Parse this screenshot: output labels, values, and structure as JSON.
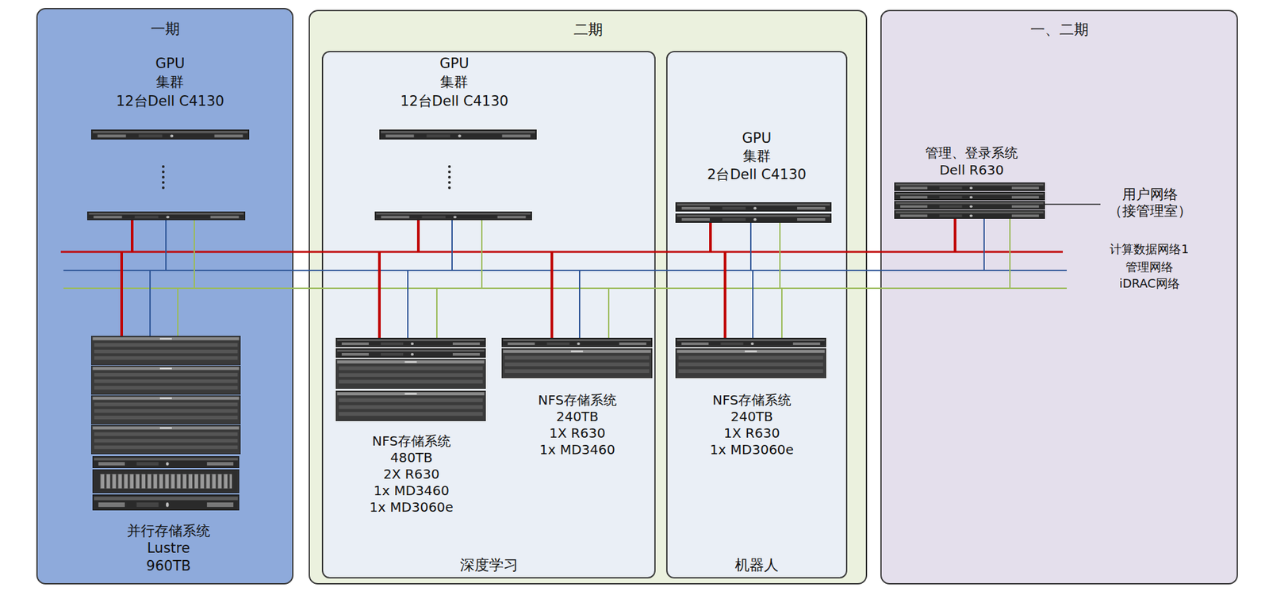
{
  "diagram": {
    "nodes": [
      {
        "text": [
          "一期"
        ]
      },
      {
        "text": [
          "GPU 集群 12台Dell C4130"
        ],
        "in": 0
      },
      {
        "text": [
          "并行存储系统 Lustre 960TB"
        ],
        "in": 0
      },
      {
        "text": [
          "二期"
        ]
      },
      {
        "text": [
          "深度学习"
        ],
        "in": 3
      },
      {
        "text": [
          "GPU 集群 12台Dell C4130"
        ],
        "in": 4
      },
      {
        "text": [
          "NFS存储系统 480TB 2X R630 1x MD3460 1x MD3060e"
        ],
        "in": 4
      },
      {
        "text": [
          "NFS存储系统 240TB 1X R630 1x MD3460"
        ],
        "in": 4
      },
      {
        "text": [
          "机器人"
        ],
        "in": 3
      },
      {
        "text": [
          "GPU 集群 2台Dell C4130"
        ],
        "in": 8
      },
      {
        "text": [
          "NFS存储系统 240TB 1X R630 1x MD3060e"
        ],
        "in": 8
      },
      {
        "text": [
          "一、二期"
        ]
      },
      {
        "text": [
          "管理、登录系统 Dell R630"
        ],
        "in": 11
      }
    ],
    "labels": [
      "用户网络 （接管理室）",
      "计算数据网络1",
      "管理网络",
      "iDRAC网络"
    ]
  }
}
